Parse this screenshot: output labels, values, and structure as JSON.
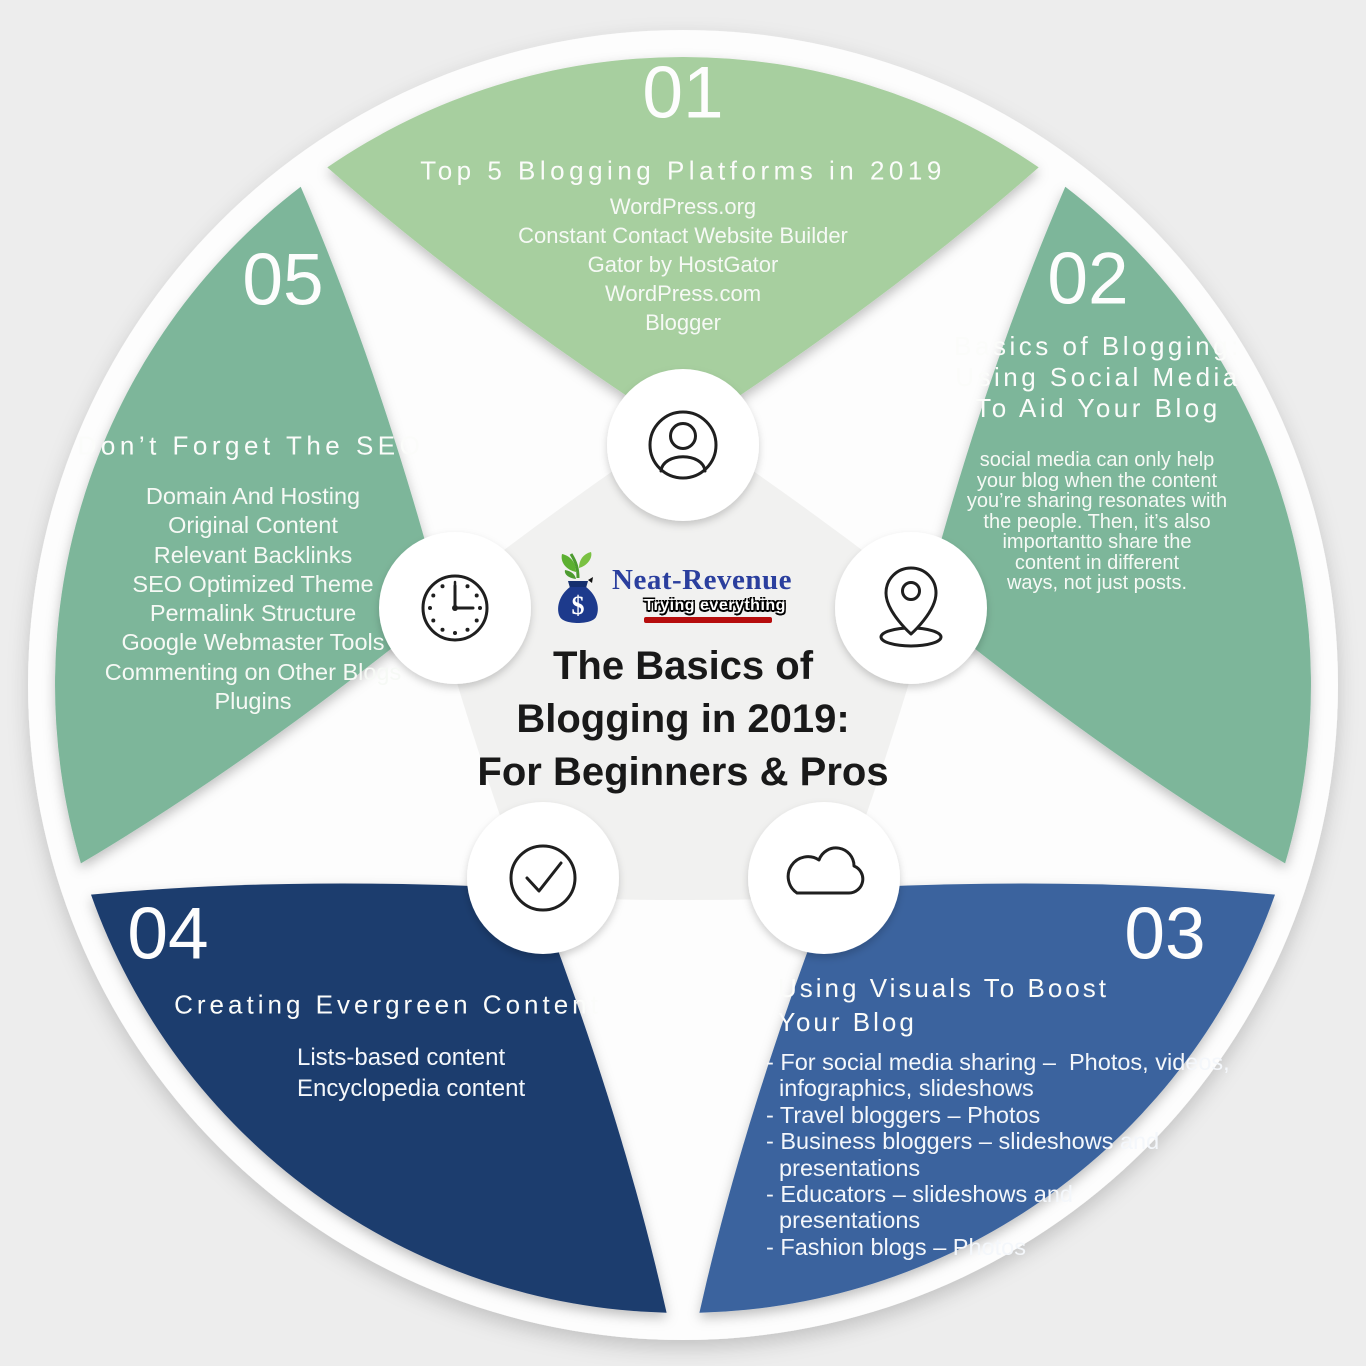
{
  "brand": {
    "name": "Neat-Revenue",
    "tagline": "Trying everything",
    "logo_icon": "money-bag-with-plant-icon"
  },
  "center": {
    "title_lines": [
      "The Basics of",
      "Blogging in 2019:",
      "For Beginners & Pros"
    ]
  },
  "colors": {
    "background": "#ededed",
    "disc": "#fdfdfd",
    "center_blob": "#f1f1f0",
    "petal_light_green": "#a7cf9f",
    "petal_teal": "#7db69a",
    "petal_blue": "#3a639e",
    "petal_navy": "#1f3c6e",
    "text_on_petal": "#ffffff",
    "center_title": "#191919",
    "brand_blue": "#2b3f9e",
    "brand_red": "#b60d0d",
    "icon_stroke": "#1f1f1f"
  },
  "sections": [
    {
      "number": "01",
      "icon": "user-avatar-icon",
      "petal_color": "#a7cf9f",
      "title": "Top 5 Blogging Platforms in 2019",
      "items": [
        "WordPress.org",
        "Constant Contact Website Builder",
        "Gator by HostGator",
        "WordPress.com",
        "Blogger"
      ]
    },
    {
      "number": "02",
      "icon": "location-pin-icon",
      "petal_color": "#7db69a",
      "title_lines": [
        "Basics of Blogging:",
        "Using Social Media",
        "To Aid Your Blog"
      ],
      "body_lines": [
        "social media can only help",
        "your blog when the content",
        "you’re sharing resonates with",
        "the people. Then, it’s also",
        "importantto share the",
        "content in different",
        "ways, not just posts."
      ]
    },
    {
      "number": "03",
      "icon": "cloud-icon",
      "petal_color": "#3a639e",
      "title_lines": [
        "Using Visuals To Boost",
        "Your Blog"
      ],
      "item_lines": [
        "- For social media sharing –  Photos, videos,",
        "  infographics, slideshows",
        "- Travel bloggers – Photos",
        "- Business bloggers – slideshows and",
        "  presentations",
        "- Educators – slideshows and",
        "  presentations",
        "- Fashion blogs – Photos"
      ]
    },
    {
      "number": "04",
      "icon": "check-circle-icon",
      "petal_color": "#1f3c6e",
      "title": "Creating Evergreen Content",
      "items": [
        "Lists-based content",
        "Encyclopedia content"
      ]
    },
    {
      "number": "05",
      "icon": "clock-icon",
      "petal_color": "#7db69a",
      "title": "Don’t Forget The SEO",
      "items": [
        "Domain And Hosting",
        "Original Content",
        "Relevant Backlinks",
        "SEO Optimized Theme",
        "Permalink Structure",
        "Google Webmaster Tools",
        "Commenting on Other Blogs",
        "Plugins"
      ]
    }
  ]
}
